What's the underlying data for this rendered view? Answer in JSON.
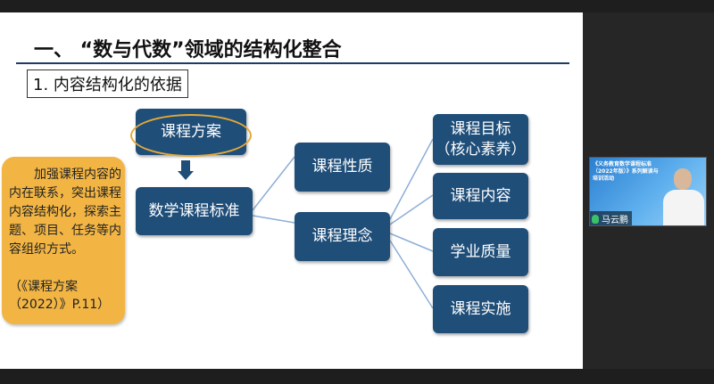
{
  "slide": {
    "title": "一、 “数与代数”领域的结构化整合",
    "section_label": "1. 内容结构化的依据"
  },
  "diagram": {
    "nodes": {
      "curriculum_plan": "课程方案",
      "math_standard": "数学课程标准",
      "nature": "课程性质",
      "philosophy": "课程理念",
      "goals_line1": "课程目标",
      "goals_line2": "（核心素养）",
      "content": "课程内容",
      "quality": "学业质量",
      "implementation": "课程实施"
    },
    "callout_text": "加强课程内容的内在联系，突出课程内容结构化，探索主题、项目、任务等内容组织方式。",
    "callout_ref": "（《课程方案（2022）》P.11）"
  },
  "video": {
    "caption": "《义务教育数学课程标准（2022年版）》系列解读与培训活动",
    "presenter_name": "马云鹏"
  },
  "colors": {
    "node_fill": "#1f4e79",
    "callout_fill": "#f2b544",
    "oval_stroke": "#e6a935"
  }
}
